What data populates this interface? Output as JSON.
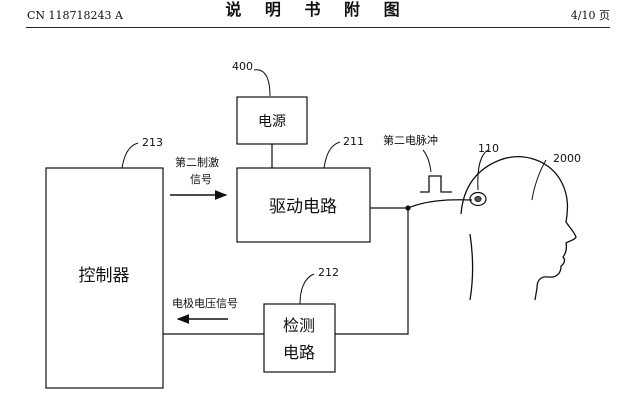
{
  "header": {
    "pub_number": "CN 118718243 A",
    "section_title": "说 明 书 附 图",
    "page": "4/10 页"
  },
  "figure": {
    "blocks": {
      "power": {
        "label": "电源",
        "ref": "400"
      },
      "drive": {
        "label": "驱动电路",
        "ref": "211"
      },
      "controller": {
        "label": "控制器",
        "ref": "213"
      },
      "detect": {
        "label_line1": "检测",
        "label_line2": "电路",
        "ref": "212"
      }
    },
    "signals": {
      "second_control_line1": "第二制激",
      "second_control_line2": "信号",
      "electrode_voltage": "电极电压信号",
      "second_pulse": "第二电脉冲"
    },
    "refs": {
      "electrode": "110",
      "head": "2000"
    }
  }
}
